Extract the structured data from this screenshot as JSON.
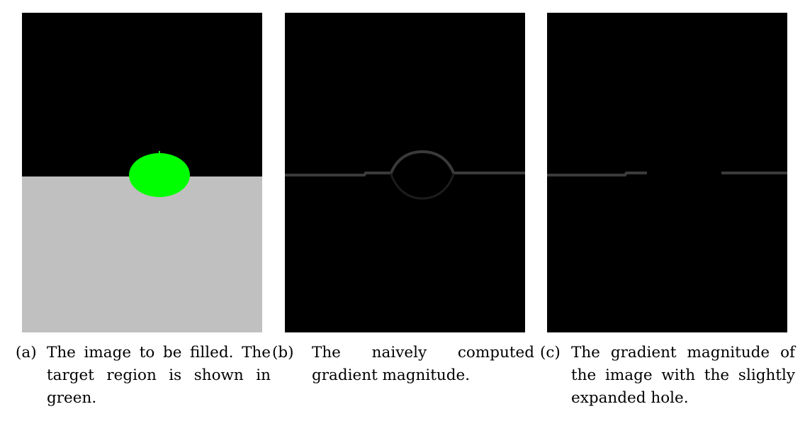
{
  "figures": [
    {
      "label": "(a)",
      "caption": "The image to be filled. The target region is shown in green.",
      "colors": {
        "top": "#000000",
        "bottom": "#c0c0c0",
        "target_region": "#00ff00"
      }
    },
    {
      "label": "(b)",
      "caption": "The naively computed gradient magnitude.",
      "colors": {
        "background": "#000000",
        "gradient": "#3a3a3a"
      }
    },
    {
      "label": "(c)",
      "caption": "The gradient magnitude of the image with the slightly expanded hole.",
      "colors": {
        "background": "#000000",
        "gradient": "#3a3a3a"
      }
    }
  ]
}
